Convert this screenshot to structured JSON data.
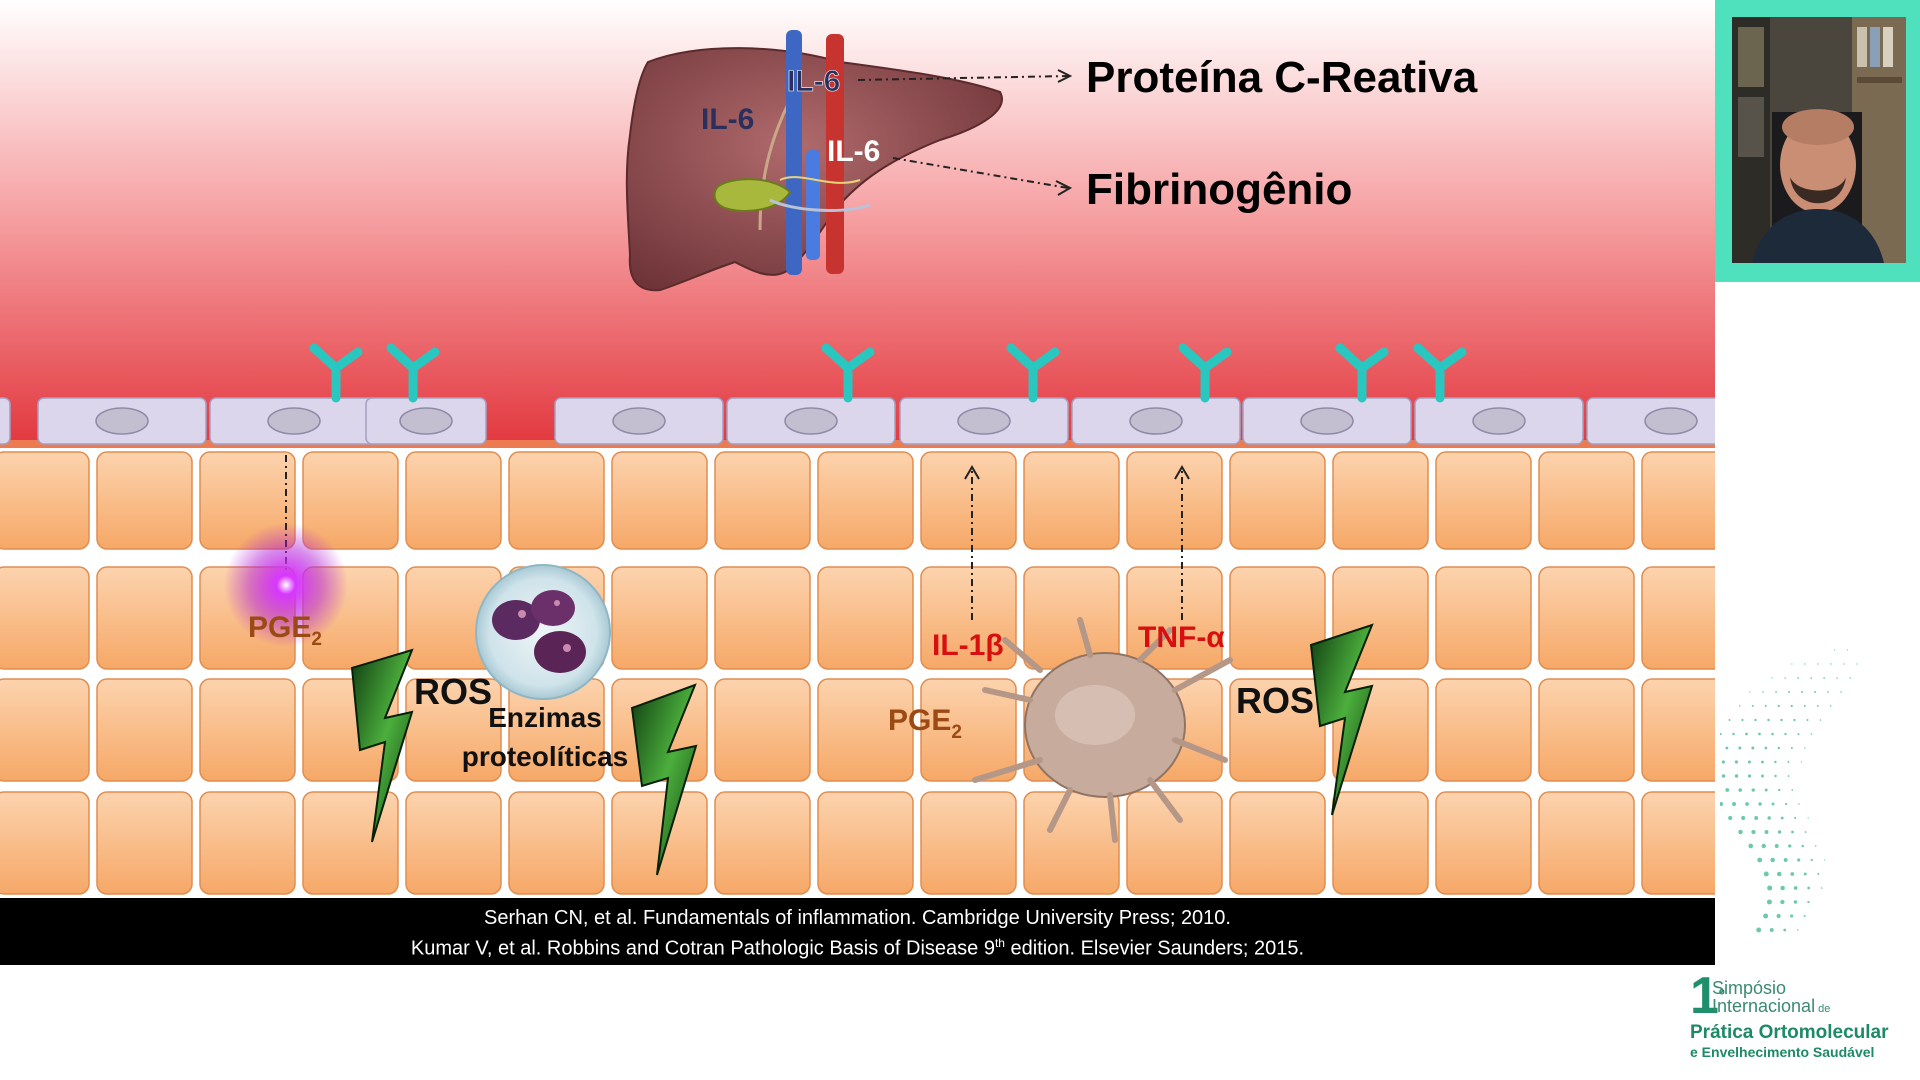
{
  "liver": {
    "il6_top": "IL-6",
    "il6_left": "IL-6",
    "il6_right": "IL-6"
  },
  "proteins": {
    "crp": "Proteína C-Reativa",
    "fibrinogen": "Fibrinogênio"
  },
  "tissue": {
    "pge2_left": "PGE",
    "pge2_left_sub": "2",
    "ros_left": "ROS",
    "enzimas_line1": "Enzimas",
    "enzimas_line2": "proteolíticas",
    "il1b": "IL-1β",
    "tnfa": "TNF-α",
    "pge2_right": "PGE",
    "pge2_right_sub": "2",
    "ros_right": "ROS"
  },
  "references": {
    "ref1": "Serhan CN, et al. Fundamentals of inflammation. Cambridge University Press; 2010.",
    "ref2_a": "Kumar V, et al. Robbins and Cotran Pathologic Basis of Disease 9",
    "ref2_sup": "th",
    "ref2_b": " edition. Elsevier Saunders; 2015."
  },
  "logo": {
    "number": "1",
    "number_sup": "º",
    "line1": "Simpósio",
    "line2": "Internacional",
    "line2_small": " de",
    "line3": "Prática Ortomolecular",
    "line4": "e Envelhecimento Saudável"
  },
  "colors": {
    "blood_top": "#ffffff",
    "blood_bottom": "#e2383f",
    "tissue": "#f8b27a",
    "endothelium": "#dcd6ec",
    "receptor": "#29c7c0",
    "accent": "#4fe0bd",
    "cytokine_red": "#d80f0f",
    "pge_brown": "#9a4a12"
  }
}
